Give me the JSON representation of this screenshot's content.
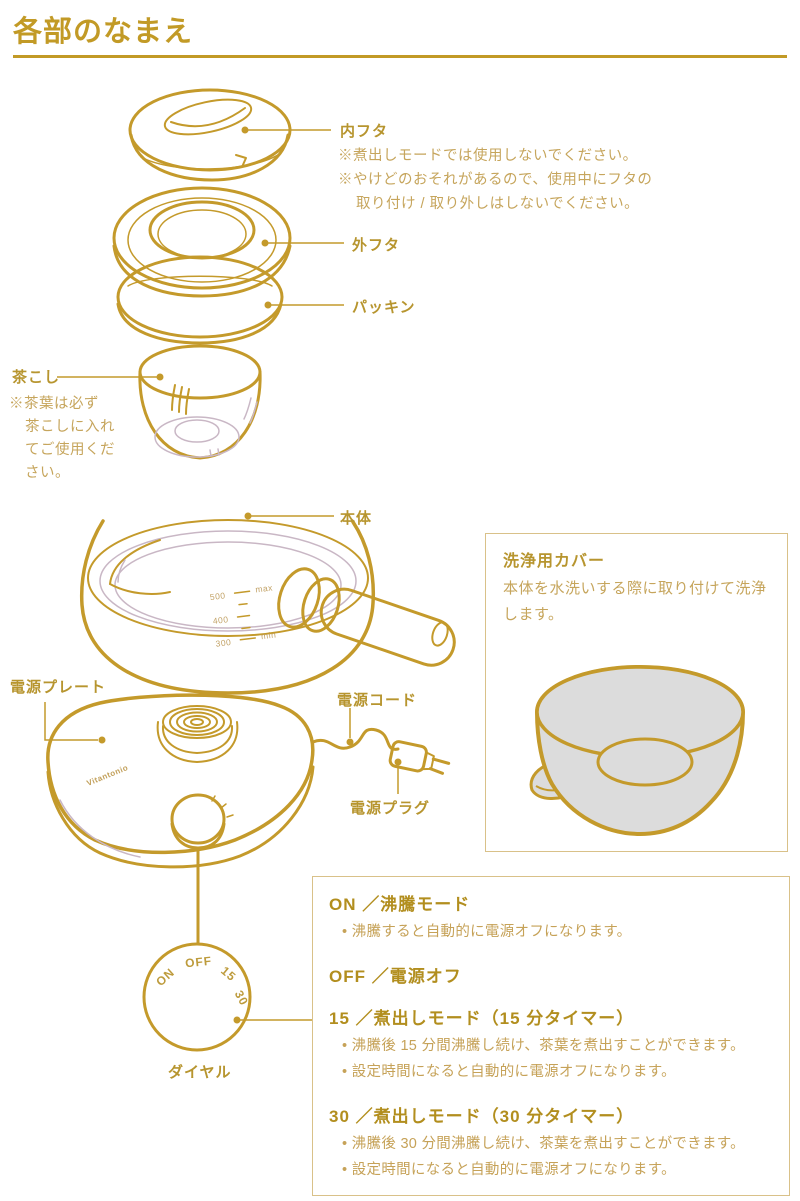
{
  "page": {
    "title": "各部のなまえ"
  },
  "diagram": {
    "labels": {
      "inner_lid": "内フタ",
      "outer_lid": "外フタ",
      "packing": "パッキン",
      "strainer": "茶こし",
      "body": "本体",
      "power_plate": "電源プレート",
      "power_cord": "電源コード",
      "power_plug": "電源プラグ",
      "dial": "ダイヤル"
    },
    "notes": {
      "inner_lid_1": "※煮出しモードでは使用しないでください。",
      "inner_lid_2": "※やけどのおそれがあるので、使用中にフタの",
      "inner_lid_3": "取り付け / 取り外しはしないでください。",
      "strainer_1": "※茶葉は必ず",
      "strainer_2": "茶こしに入れ",
      "strainer_3": "てご使用くだ",
      "strainer_4": "さい。"
    },
    "gauge": {
      "l500": "500",
      "l400": "400",
      "l300": "300",
      "max": "max",
      "min": "min"
    },
    "dial_positions": {
      "on": "ON",
      "off": "OFF",
      "t15": "15",
      "t30": "30"
    },
    "brand": "Vitantonio"
  },
  "cleaning_box": {
    "title": "洗浄用カバー",
    "body": "本体を水洗いする際に取り付けて洗浄します。"
  },
  "modes_box": {
    "sections": [
      {
        "heading": "ON ／沸騰モード",
        "bullets": [
          "沸騰すると自動的に電源オフになります。"
        ]
      },
      {
        "heading": "OFF ／電源オフ",
        "bullets": []
      },
      {
        "heading": "15 ／煮出しモード（15 分タイマー）",
        "bullets": [
          "沸騰後 15 分間沸騰し続け、茶葉を煮出すことができます。",
          "設定時間になると自動的に電源オフになります。"
        ]
      },
      {
        "heading": "30 ／煮出しモード（30 分タイマー）",
        "bullets": [
          "沸騰後 30 分間沸騰し続け、茶葉を煮出すことができます。",
          "設定時間になると自動的に電源オフになります。"
        ]
      }
    ]
  },
  "colors": {
    "gold": "#C49A2B",
    "gold_text": "#B7952F",
    "gold_light_text": "#C6A55C",
    "box_border": "#D9C189",
    "gray_fill": "#DCDCDC",
    "mauve": "#C9B7C5"
  }
}
